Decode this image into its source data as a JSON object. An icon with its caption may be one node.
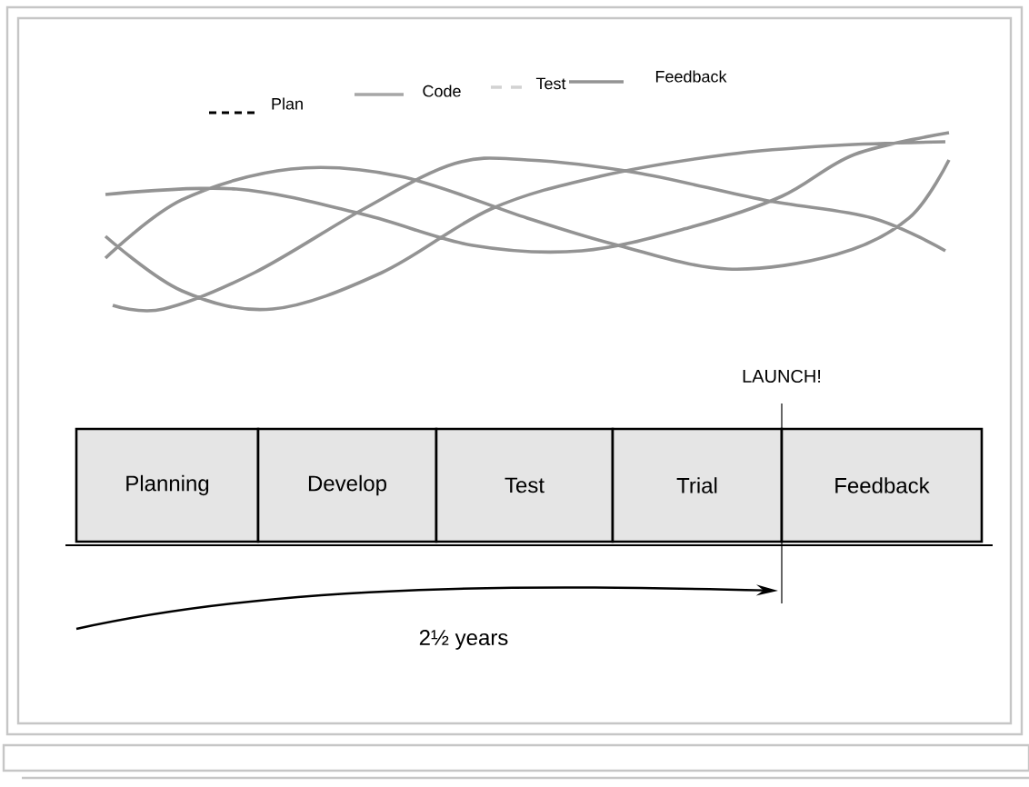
{
  "diagram": {
    "nodes": [
      {
        "text": [
          "Planning"
        ]
      },
      {
        "text": [
          "Develop"
        ]
      },
      {
        "text": [
          "Test"
        ]
      },
      {
        "text": [
          "Trial"
        ]
      },
      {
        "text": [
          "Feedback"
        ]
      }
    ],
    "labels": [
      "LAUNCH!",
      "2½ years"
    ],
    "legend": [
      {
        "text": "Plan"
      },
      {
        "text": "Code"
      },
      {
        "text": "Test"
      },
      {
        "text": "Feedback"
      }
    ]
  }
}
